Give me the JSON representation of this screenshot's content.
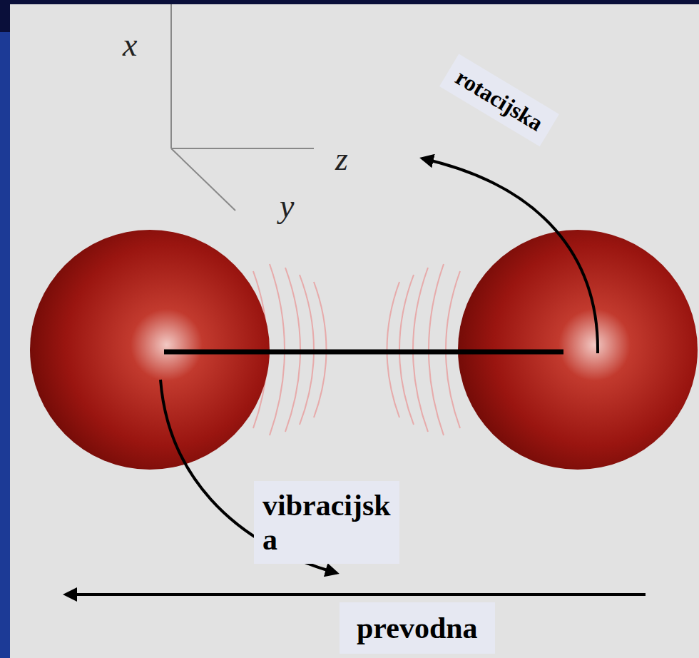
{
  "diagram": {
    "nodes": [
      {
        "text": [
          "rotacijska"
        ]
      },
      {
        "text": [
          "vibracijsk a"
        ]
      },
      {
        "text": [
          "prevodna"
        ]
      }
    ],
    "labels": [
      "x",
      "z",
      "y"
    ]
  }
}
